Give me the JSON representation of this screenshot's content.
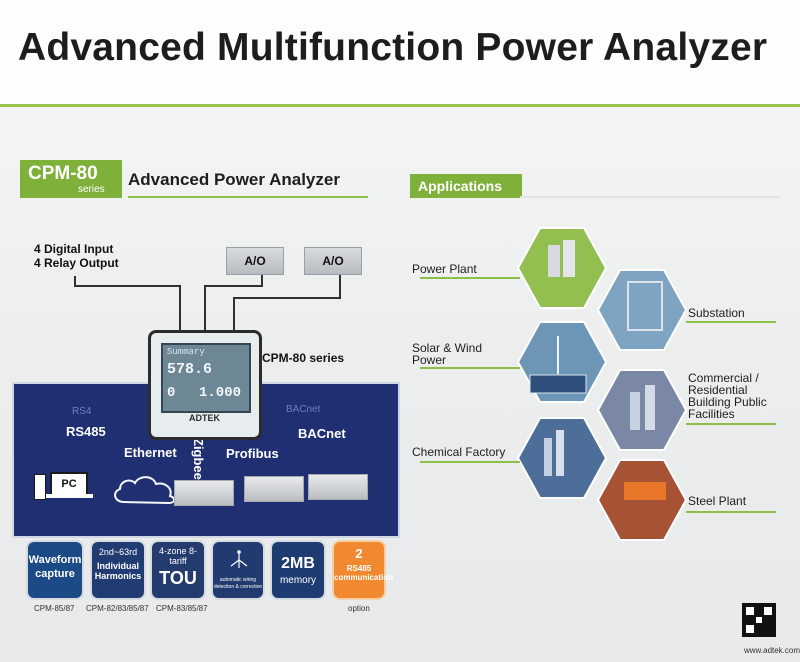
{
  "header": {
    "title": "Advanced Multifunction Power Analyzer"
  },
  "series": {
    "model": "CPM-80",
    "tag": "series",
    "subtitle": "Advanced Power Analyzer",
    "device_label": "CPM-80 series"
  },
  "io": {
    "line1": "4 Digital Input",
    "line2": "4 Relay Output",
    "ao_left": "A/O",
    "ao_right": "A/O"
  },
  "device": {
    "screen_top": "578.6",
    "screen_small": "Summary",
    "screen_mid_left": "0",
    "screen_mid_right": "1.000",
    "brand": "ADTEK"
  },
  "buses": {
    "rs485": "RS485",
    "ethernet": "Ethernet",
    "zigbee": "Zigbee",
    "profibus": "Profibus",
    "bacnet": "BACnet",
    "faint_left": "RS4",
    "faint_right": "BACnet"
  },
  "pc": {
    "label": "PC"
  },
  "features": [
    {
      "line1": "Waveform",
      "line2": "capture",
      "caption": "CPM-85/87"
    },
    {
      "line1": "2nd~63rd",
      "line2": "Individual Harmonics",
      "caption": "CPM-82/83/85/87"
    },
    {
      "line1": "4-zone 8-tariff",
      "line2": "TOU",
      "caption": "CPM-83/85/87"
    },
    {
      "line1": "automatic wiring",
      "line2": "detection & correction",
      "caption": ""
    },
    {
      "line1": "2MB",
      "line2": "memory",
      "caption": ""
    },
    {
      "line1": "2",
      "line2": "RS485 communication",
      "caption": "option"
    }
  ],
  "applications": {
    "title": "Applications",
    "items": [
      "Power Plant",
      "Substation",
      "Solar & Wind Power",
      "Commercial / Residential Building Public Facilities",
      "Chemical Factory",
      "Steel Plant"
    ]
  },
  "footer": {
    "website": "www.adtek.com.tw"
  }
}
